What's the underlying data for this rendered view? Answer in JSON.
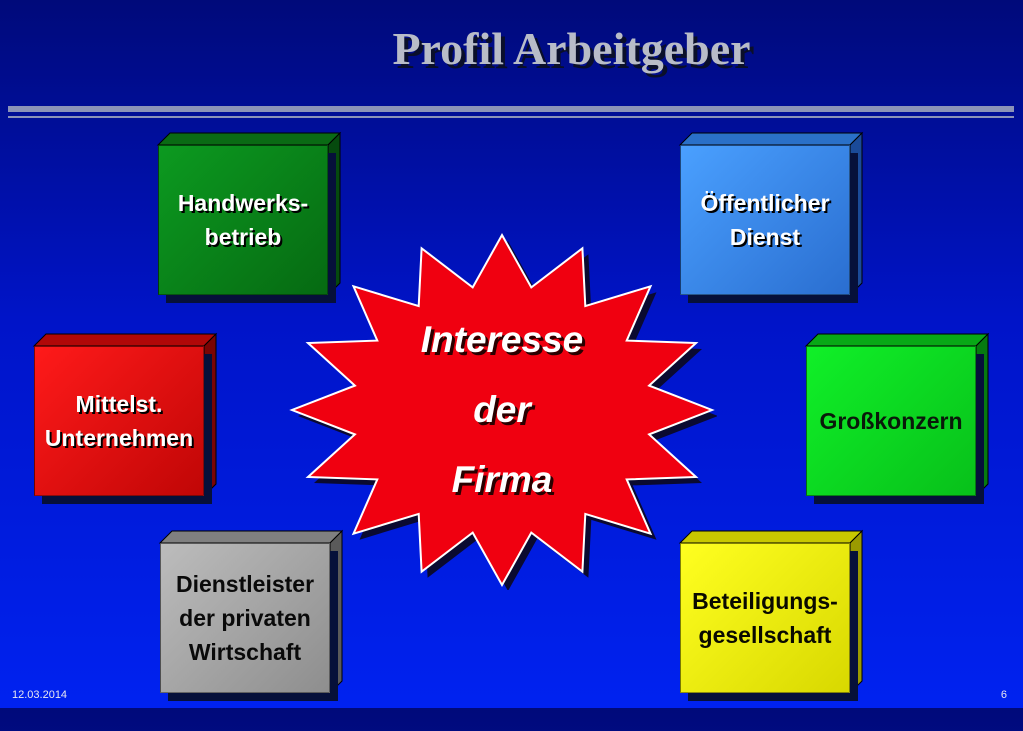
{
  "slide": {
    "title": "Profil Arbeitgeber",
    "center": {
      "line1": "Interesse",
      "line2": "der",
      "line3": "Firma"
    },
    "boxes": [
      {
        "id": "handwerk",
        "label": "Handwerks-\nbetrieb",
        "color": "#0a8a1a"
      },
      {
        "id": "oeffentlich",
        "label": "Öffentlicher\nDienst",
        "color": "#3a8ef0"
      },
      {
        "id": "mittelstand",
        "label": "Mittelst.\nUnternehmen",
        "color": "#e00a0a"
      },
      {
        "id": "grosskonzern",
        "label": "Großkonzern",
        "color": "#0adc1e"
      },
      {
        "id": "dienstleister",
        "label": "Dienstleister\nder privaten\nWirtschaft",
        "color": "#a8a8a8"
      },
      {
        "id": "beteiligung",
        "label": "Beteiligungs-\ngesellschaft",
        "color": "#f0f000"
      }
    ],
    "footer": {
      "date": "12.03.2014",
      "page": "6"
    }
  }
}
